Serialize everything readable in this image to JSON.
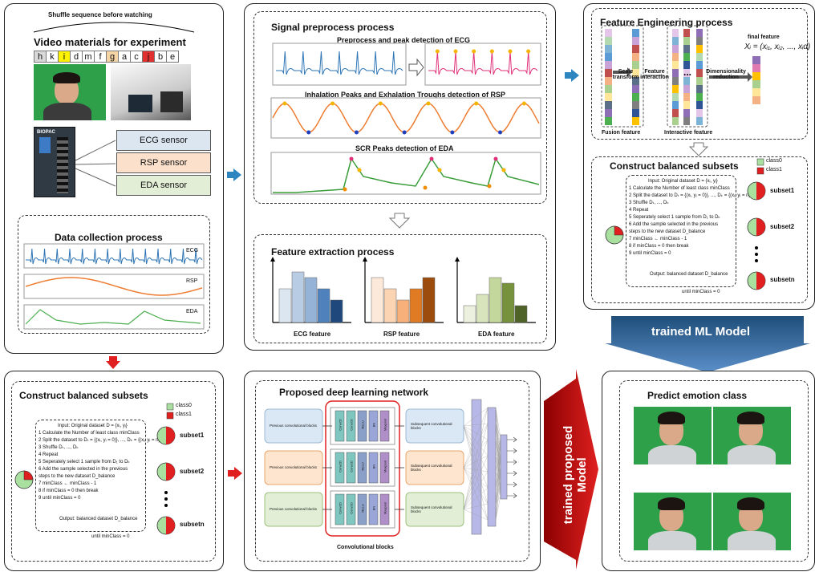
{
  "data_collection": {
    "shuffle_label": "Shuffle sequence before watching",
    "video_title": "Video materials for experiment",
    "sequence": [
      "h",
      "k",
      "i",
      "d",
      "m",
      "f",
      "g",
      "a",
      "c",
      "j",
      "b",
      "e"
    ],
    "sequence_colors": [
      "#d9d9d9",
      "#ffffff",
      "#fff200",
      "#ffffff",
      "#ffffff",
      "#ffffff",
      "#f5d5a6",
      "#ffffff",
      "#ffffff",
      "#e03030",
      "#ffffff",
      "#ffffff"
    ],
    "sensors": [
      "ECG sensor",
      "RSP sensor",
      "EDA sensor"
    ],
    "sensor_colors": [
      "#dce6f1",
      "#fbe1cc",
      "#e3eed6"
    ],
    "device_label": "BIOPAC",
    "process_title": "Data collection process",
    "signal_legends": [
      "ECG",
      "RSP",
      "EDA"
    ]
  },
  "signal_preprocess": {
    "title": "Signal preprocess process",
    "ecg_caption": "Preprocess and peak detection of ECG",
    "rsp_caption": "Inhalation Peaks and Exhalation Troughs detection of RSP",
    "eda_caption": "SCR Peaks detection of EDA",
    "feature_title": "Feature extraction process",
    "feature_labels": [
      "ECG feature",
      "RSP feature",
      "EDA feature"
    ],
    "ecg_bars": [
      6,
      9,
      8,
      6,
      4
    ],
    "rsp_bars": [
      8,
      6,
      4,
      6,
      8
    ],
    "eda_bars": [
      3,
      5,
      8,
      7,
      3
    ],
    "ecg_colors": [
      "#dce6f1",
      "#b8cce4",
      "#95b3d7",
      "#4f81bd",
      "#1f497d"
    ],
    "rsp_colors": [
      "#fde9d9",
      "#fbd4b4",
      "#f7b07a",
      "#e07b24",
      "#9c4c0c"
    ],
    "eda_colors": [
      "#ebf1de",
      "#d7e4bc",
      "#c3d69b",
      "#76923c",
      "#4f6228"
    ]
  },
  "feature_engineering": {
    "title": "Feature Engineering process",
    "steps": [
      "Scale transform",
      "Feature interaction",
      "Dimensionality reduction"
    ],
    "fusion_label": "Fusion feature",
    "interactive_label": "Interactive feature",
    "final_label": "final feature",
    "formula": "Xᵢ = (xᵢ₁, xᵢ₂, ..., xᵢd)"
  },
  "balanced_subsets": {
    "title": "Construct balanced subsets",
    "legend": [
      "class0",
      "class1"
    ],
    "class_colors": [
      "#a9e0a0",
      "#e02020"
    ],
    "subsets": [
      "subset1",
      "subset2",
      "subsetn"
    ],
    "algorithm_lines": [
      "Input: Original dataset D = {xᵢ, yᵢ}",
      "1 Calculate the Number of least class minClass",
      "2 Split the dataset to Dₜ = {(xᵢ, yᵢ = 0)}, ..., Dₖ = {(xᵢ, yᵢ = n)}",
      "3 Shuffle Dₜ, ..., Dₖ",
      "4 Repeat",
      "5     Seperately select 1 sample from D₁ to Dₖ",
      "6     Add the sample selected in the previous",
      "       steps to the new dataset D_balance",
      "7     minClass ← minClass - 1",
      "8     if minClass = 0 then break",
      "9 until minClass = 0"
    ],
    "output_line": "Output: balanced dataset D_balance",
    "until_line": "until minClass = 0"
  },
  "deep_learning": {
    "title": "Proposed deep learning network",
    "prev_block": "Previous convolutional blocks",
    "next_block": "Subsequent convolutional blocks",
    "layers": [
      "Conv2D",
      "Conv2D",
      "ReLU",
      "BN",
      "Maxpool"
    ],
    "conv_caption": "Convolutional blocks"
  },
  "models": {
    "ml_model": "trained ML Model",
    "proposed_model": "trained proposed Model"
  },
  "predict": {
    "title": "Predict emotion class"
  }
}
